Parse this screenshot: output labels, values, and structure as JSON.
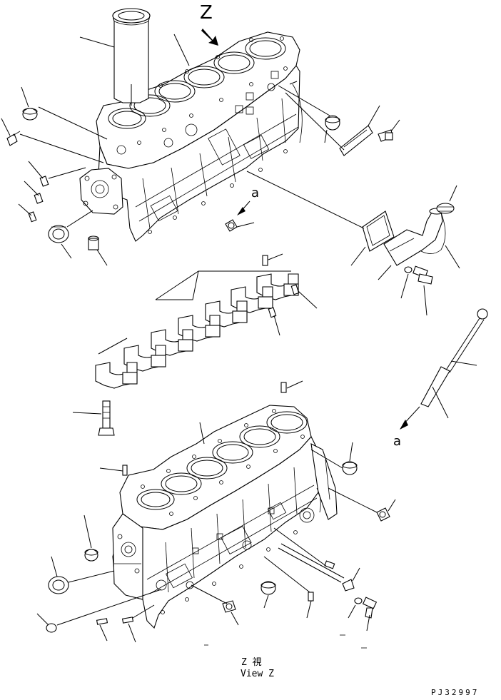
{
  "view_letter": "Z",
  "reference_letter": "a",
  "caption": {
    "jp": "Z 視",
    "en": "View Z"
  },
  "drawing_number": "PJ32997"
}
